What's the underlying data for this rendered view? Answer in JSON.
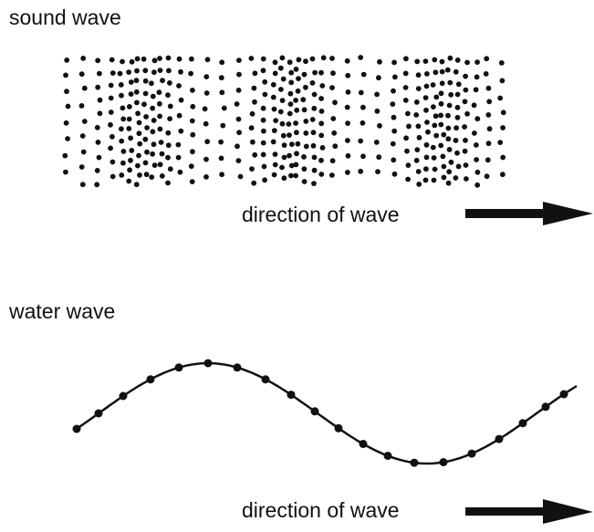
{
  "sound_wave": {
    "title": "sound wave",
    "direction_label": "direction of wave"
  },
  "water_wave": {
    "title": "water wave",
    "direction_label": "direction of wave"
  },
  "colors": {
    "ink": "#111111",
    "background": "#ffffff"
  }
}
